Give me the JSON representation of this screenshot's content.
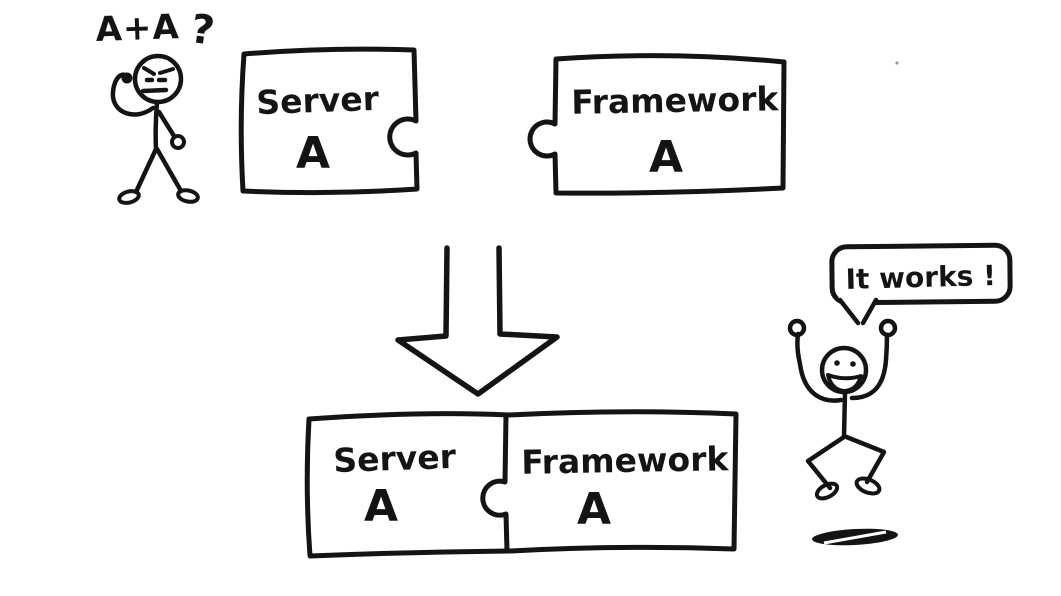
{
  "scene": {
    "background_color": "#ffffff",
    "ink_color": "#141414",
    "question": {
      "equation": "A+A",
      "mark": "?"
    },
    "top_pieces": {
      "server": {
        "title": "Server",
        "label": "A"
      },
      "framework": {
        "title": "Framework",
        "label": "A"
      }
    },
    "merged_pieces": {
      "server": {
        "title": "Server",
        "label": "A"
      },
      "framework": {
        "title": "Framework",
        "label": "A"
      }
    },
    "speech_bubble": {
      "text": "It works !"
    }
  }
}
